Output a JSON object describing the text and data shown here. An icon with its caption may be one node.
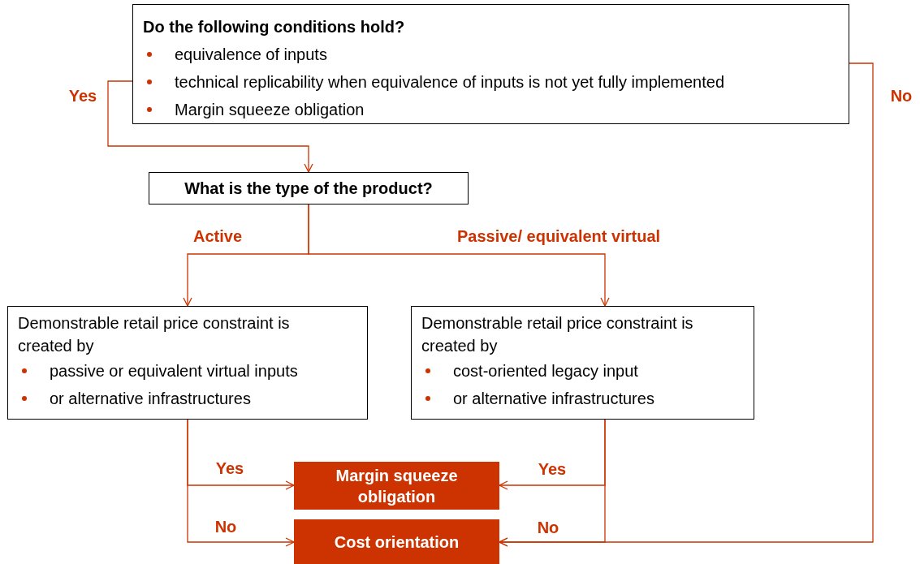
{
  "diagram": {
    "nodes": [
      {
        "text": [
          "Do the following conditions hold?",
          "equivalence of inputs",
          "technical replicability when equivalence of inputs is not yet fully implemented",
          "Margin squeeze obligation"
        ]
      },
      {
        "text": [
          "What is the type of the product?"
        ]
      },
      {
        "text": [
          "Demonstrable retail price constraint is created by",
          "passive or equivalent virtual inputs",
          "or alternative infrastructures"
        ]
      },
      {
        "text": [
          "Demonstrable retail price constraint is created by",
          "cost-oriented legacy input",
          "or alternative infrastructures"
        ]
      },
      {
        "text": [
          "Margin squeeze obligation"
        ]
      },
      {
        "text": [
          "Cost orientation"
        ]
      }
    ],
    "edges": [
      {
        "from": 0,
        "to": 1,
        "arrow": "to",
        "label": "Yes"
      },
      {
        "from": 0,
        "to": 5,
        "arrow": "to",
        "label": "No"
      },
      {
        "from": 1,
        "to": 2,
        "arrow": "to",
        "label": "Active"
      },
      {
        "from": 1,
        "to": 3,
        "arrow": "to",
        "label": "Passive/ equivalent virtual"
      },
      {
        "from": 2,
        "to": 4,
        "arrow": "to",
        "label": "Yes"
      },
      {
        "from": 2,
        "to": 5,
        "arrow": "to",
        "label": "No"
      },
      {
        "from": 3,
        "to": 4,
        "arrow": "to",
        "label": "Yes"
      },
      {
        "from": 3,
        "to": 5,
        "arrow": "to",
        "label": "No"
      }
    ]
  }
}
